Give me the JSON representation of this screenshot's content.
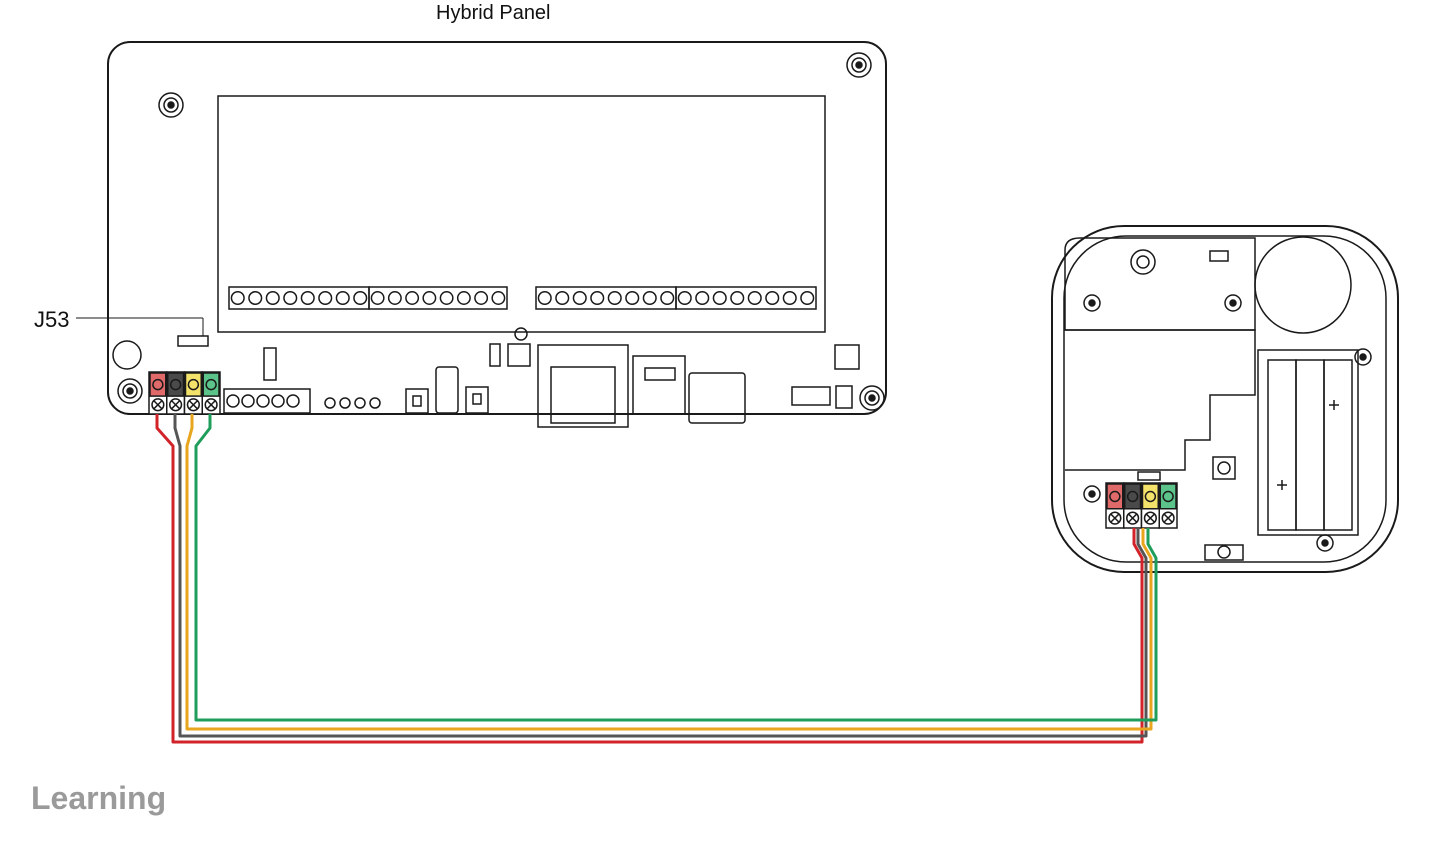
{
  "labels": {
    "panel_title": "Hybrid Panel",
    "connector": "J53",
    "section_heading": "Learning"
  },
  "colors": {
    "wire_red": "#d2232a",
    "wire_black": "#555555",
    "wire_yellow": "#e8a51e",
    "wire_green": "#1e9e5a",
    "terminal_red": "#e06a6a",
    "terminal_black": "#4a4a4a",
    "terminal_yellow": "#f4e36a",
    "terminal_green": "#5cc48a",
    "outline": "#1a1a1a",
    "heading": "#9a9a9a"
  }
}
